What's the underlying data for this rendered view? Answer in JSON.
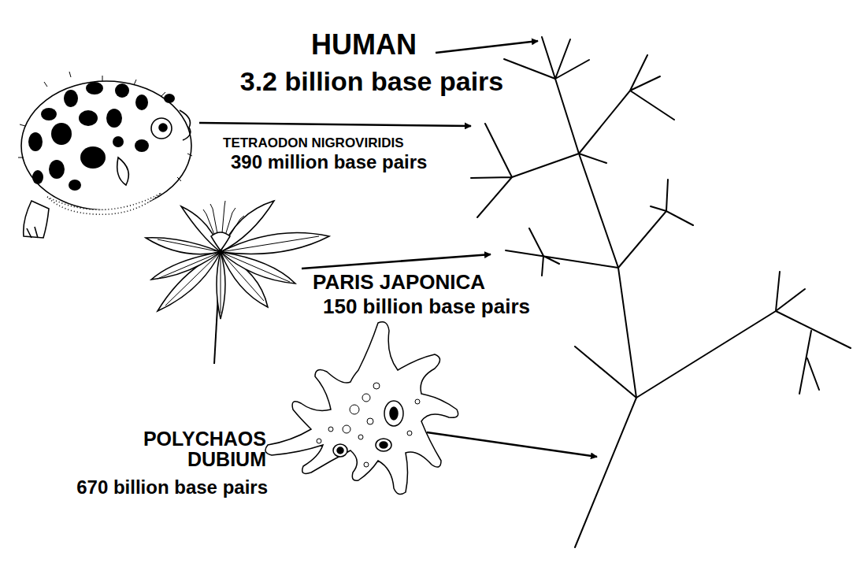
{
  "diagram": {
    "labels": [
      "HUMAN",
      "3.2 billion base pairs",
      "TETRAODON NIGROVIRIDIS",
      "390 million base pairs",
      "PARIS JAPONICA",
      "150 billion base pairs",
      "POLYCHAOS DUBIUM",
      "670 billion base pairs"
    ]
  }
}
